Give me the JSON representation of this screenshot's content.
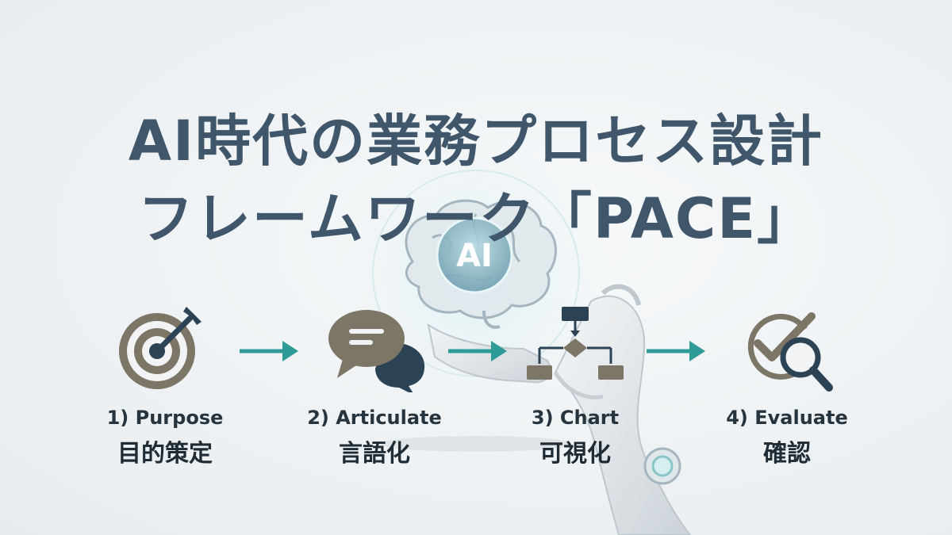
{
  "title": {
    "line1": "AI時代の業務プロセス設計",
    "line2": "フレームワーク「PACE」"
  },
  "ai_badge": "AI",
  "steps": [
    {
      "en": "1) Purpose",
      "ja": "目的策定",
      "icon": "target-icon"
    },
    {
      "en": "2) Articulate",
      "ja": "言語化",
      "icon": "speech-bubbles-icon"
    },
    {
      "en": "3) Chart",
      "ja": "可視化",
      "icon": "flowchart-icon"
    },
    {
      "en": "4) Evaluate",
      "ja": "確認",
      "icon": "check-magnifier-icon"
    }
  ],
  "colors": {
    "title": "#40566a",
    "arrow": "#2f9b96",
    "icon_tan": "#7d7566",
    "icon_navy": "#2c4356"
  }
}
